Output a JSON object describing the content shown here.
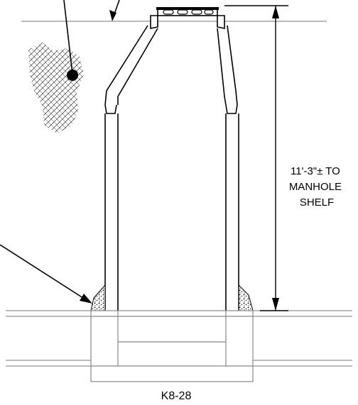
{
  "dimension": {
    "lines": [
      "11'-3\"± TO",
      "MANHOLE",
      "SHELF"
    ]
  },
  "sheet_id": "K8-28",
  "colors": {
    "linework": "#000000",
    "grade_lines": "#777777",
    "foundation": "#888888",
    "grout": "#555555"
  }
}
